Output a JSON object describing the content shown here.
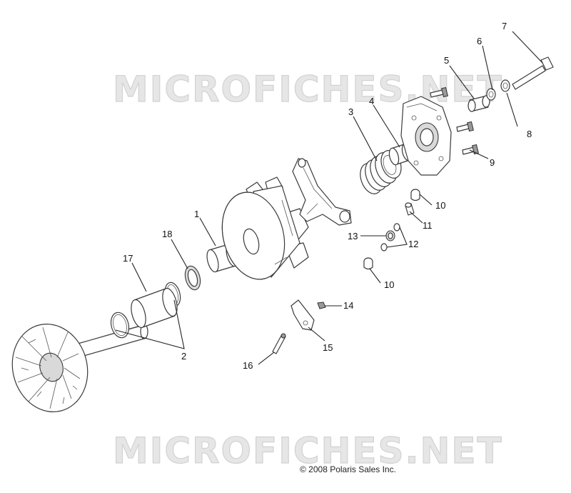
{
  "watermark": "MICROFICHES.NET",
  "copyright": "© 2008 Polaris Sales Inc.",
  "callouts": [
    "1",
    "2",
    "3",
    "4",
    "5",
    "6",
    "7",
    "8",
    "9",
    "10",
    "10",
    "11",
    "12",
    "13",
    "14",
    "15",
    "16",
    "17",
    "18"
  ]
}
